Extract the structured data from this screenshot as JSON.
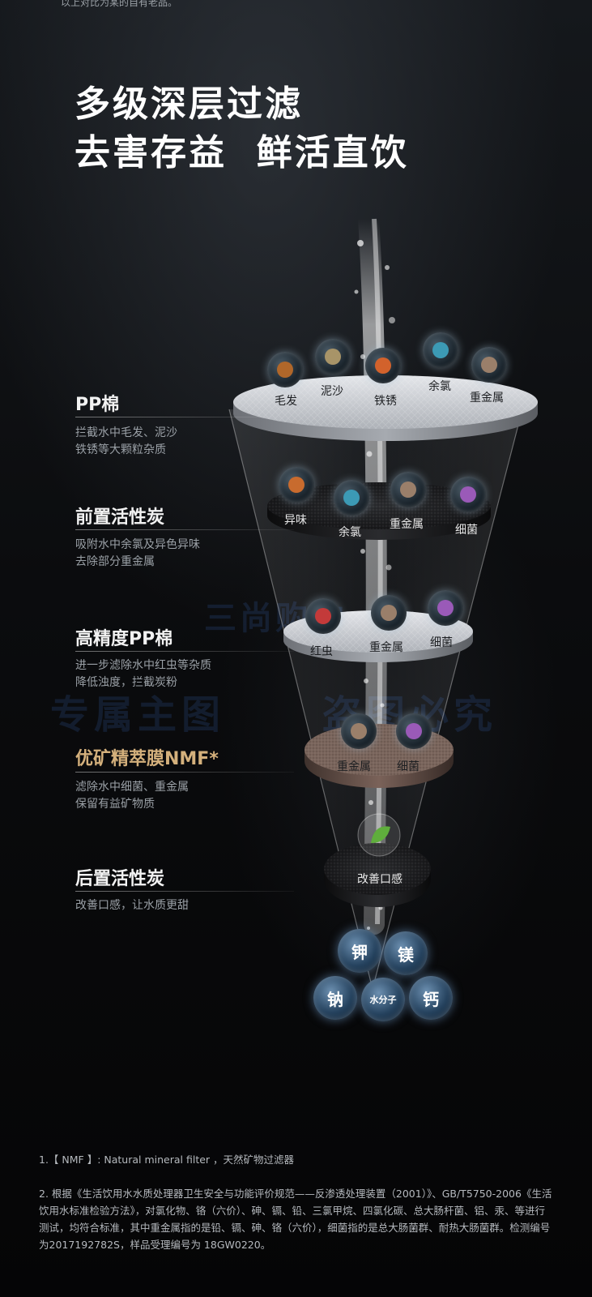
{
  "top_note": "以上对比为某的自有老品。",
  "headline": {
    "line1": "多级深层过滤",
    "line2": "去害存益  鲜活直饮"
  },
  "stages": [
    {
      "title": "PP棉",
      "desc": "拦截水中毛发、泥沙\n铁锈等大颗粒杂质",
      "highlight": false
    },
    {
      "title": "前置活性炭",
      "desc": "吸附水中余氯及异色异味\n去除部分重金属",
      "highlight": false
    },
    {
      "title": "高精度PP棉",
      "desc": "进一步滤除水中红虫等杂质\n降低浊度，拦截炭粉",
      "highlight": false
    },
    {
      "title": "优矿精萃膜NMF*",
      "desc": "滤除水中细菌、重金属\n保留有益矿物质",
      "highlight": true
    },
    {
      "title": "后置活性炭",
      "desc": "改善口感，让水质更甜",
      "highlight": false
    }
  ],
  "particles": {
    "layer1": [
      "毛发",
      "泥沙",
      "铁锈",
      "余氯",
      "重金属"
    ],
    "layer2": [
      "异味",
      "余氯",
      "重金属",
      "细菌"
    ],
    "layer3": [
      "红虫",
      "重金属",
      "细菌"
    ],
    "layer4": [
      "重金属",
      "细菌"
    ],
    "layer5": [
      "改善口感"
    ]
  },
  "minerals": [
    "钾",
    "镁",
    "钠",
    "水分子",
    "钙"
  ],
  "watermarks": {
    "line1": "三尚购物",
    "line2a": "专属主图",
    "line2b": "盗图必究"
  },
  "footnotes": {
    "note1": "1.【 NMF 】: Natural mineral filter ，天然矿物过滤器",
    "note2": "2. 根据《生活饮用水水质处理器卫生安全与功能评价规范——反渗透处理装置（2001）》、GB/T5750-2006《生活饮用水标准检验方法》，对氯化物、铬（六价）、砷、镉、铅、三氯甲烷、四氯化碳、总大肠杆菌、铝、汞、等进行测试，均符合标准，其中重金属指的是铅、镉、砷、铬（六价），细菌指的是总大肠菌群、耐热大肠菌群。检测编号为2017192782S，样品受理编号为 18GW0220。"
  },
  "colors": {
    "pp_disc": "#c9ccd1",
    "carbon_disc": "#1a1b1d",
    "nmf_disc": "#6f5a52",
    "gold_title": "#d4b07c"
  }
}
